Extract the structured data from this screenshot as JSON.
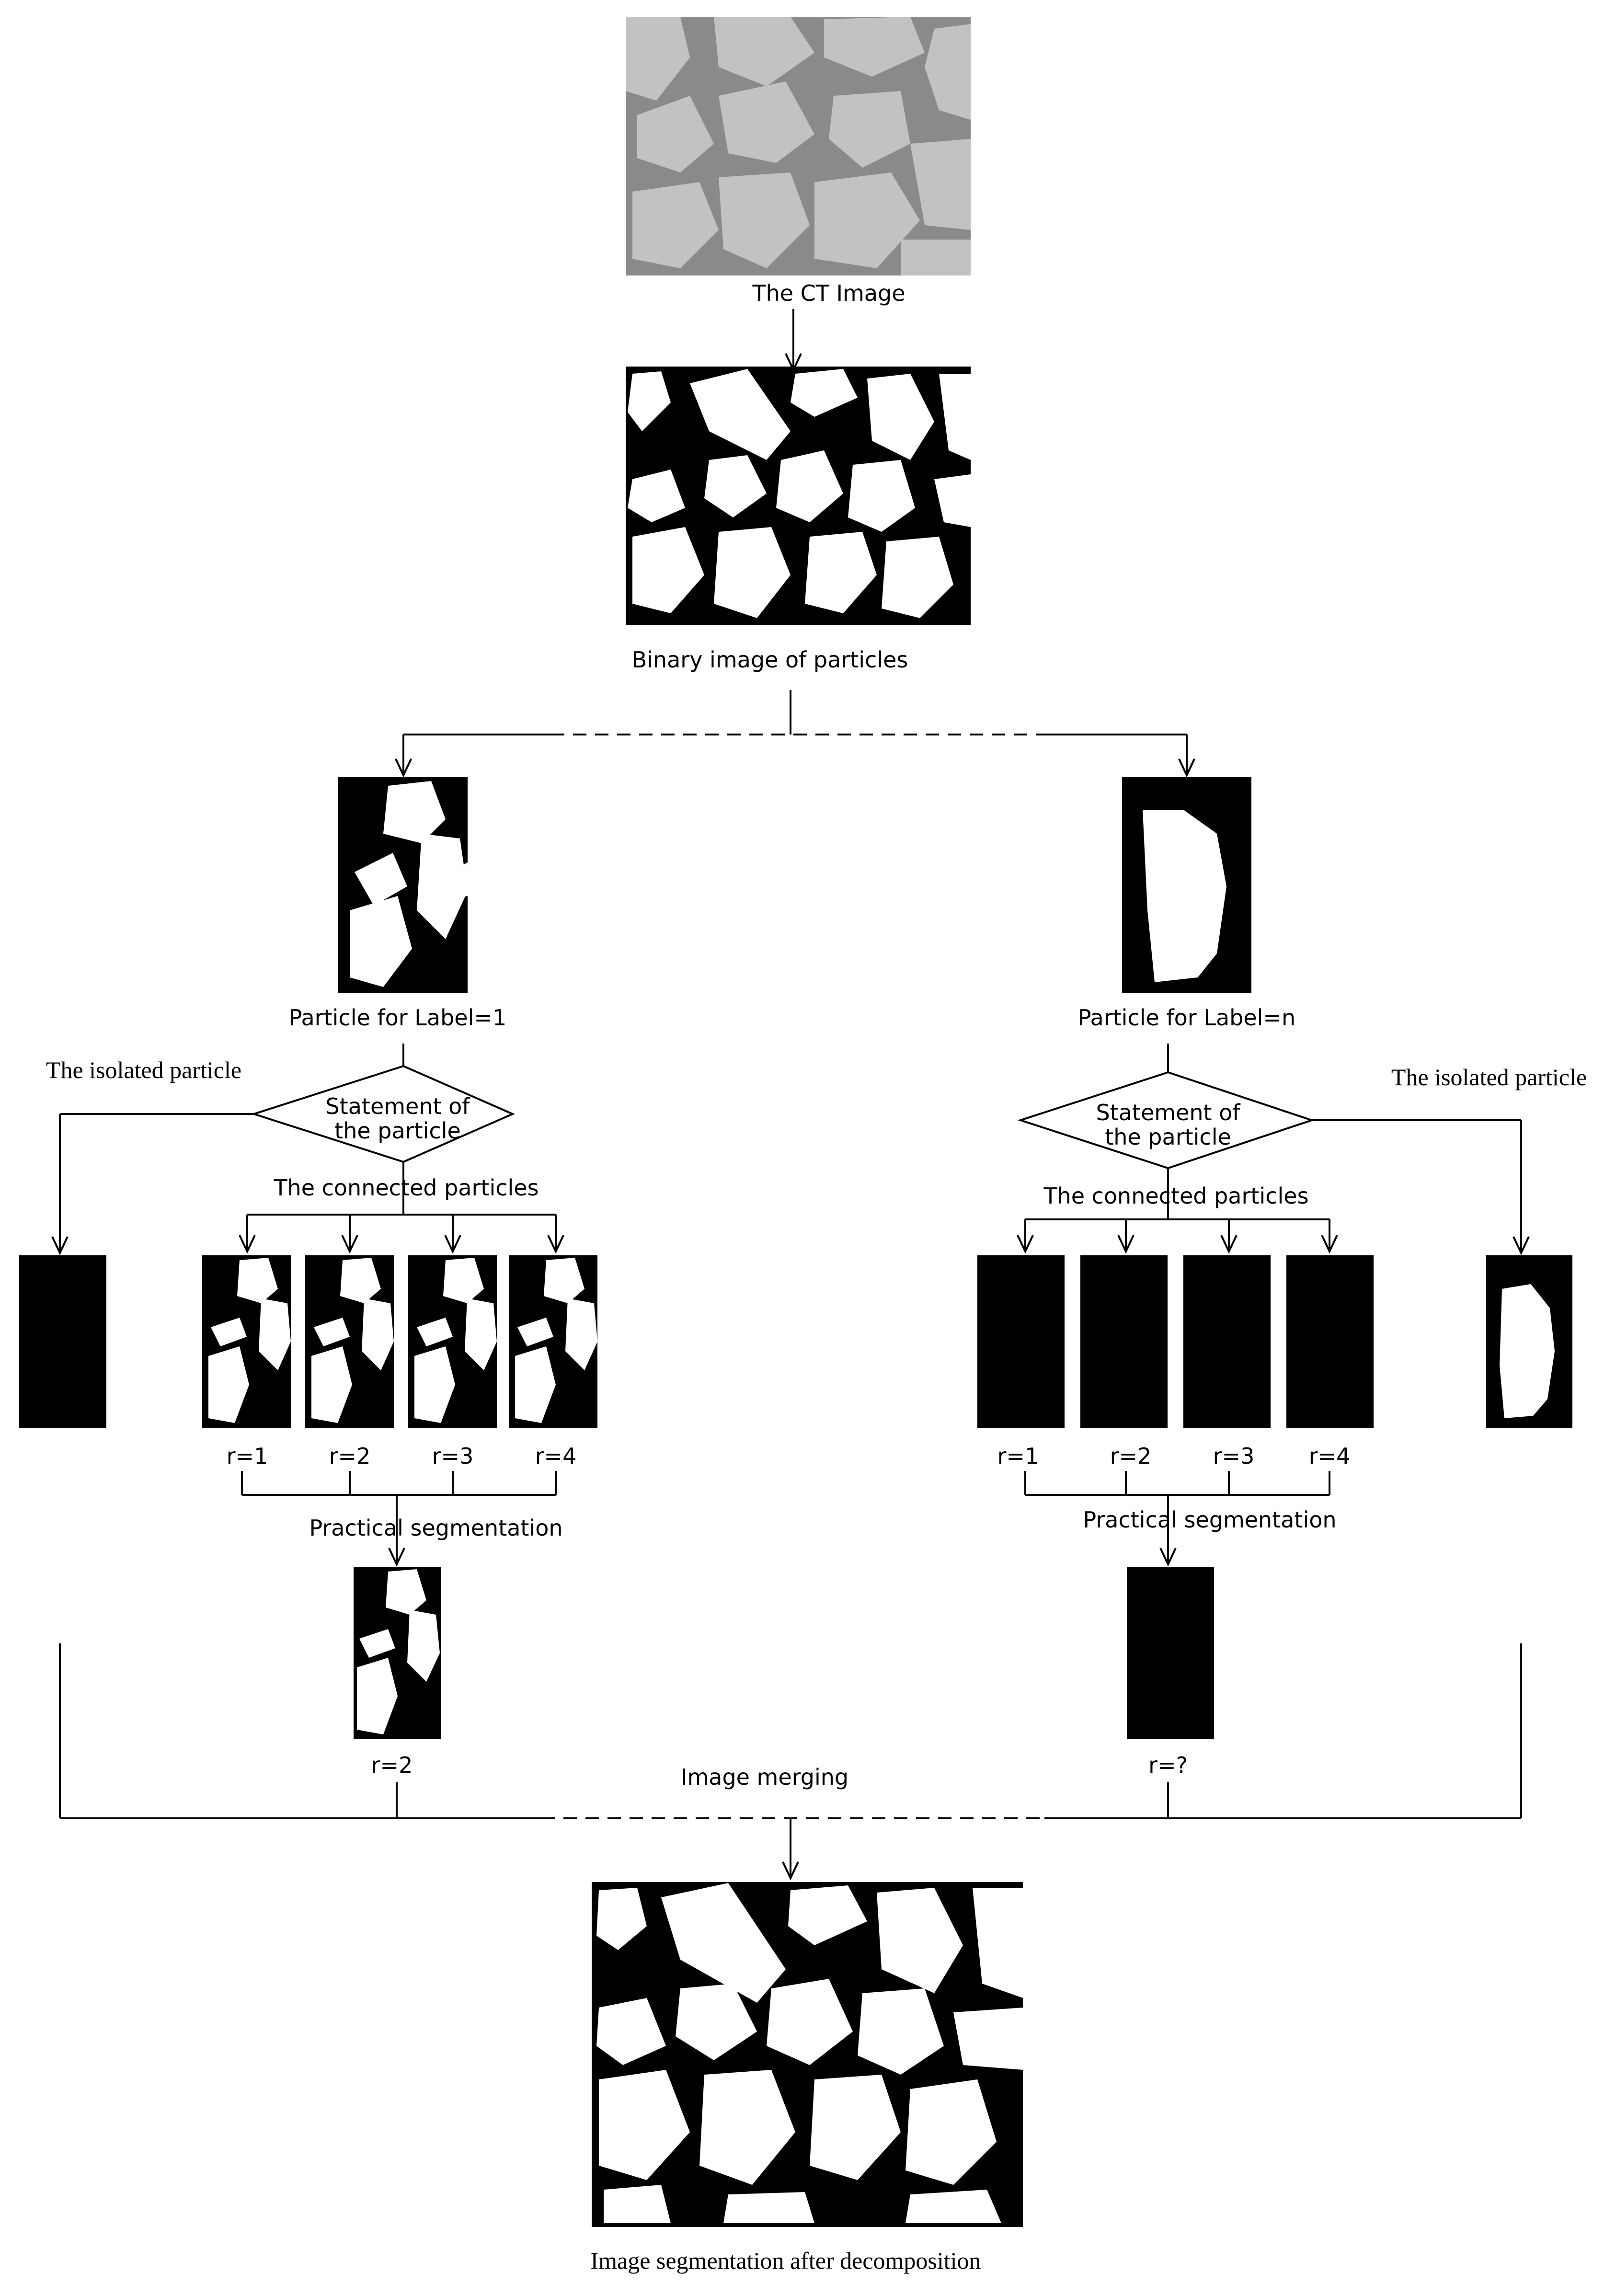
{
  "labels": {
    "ct_image": "The CT Image",
    "binary_image": "Binary image of particles",
    "particle_label_1": "Particle for Label=1",
    "particle_label_n": "Particle for Label=n",
    "isolated_left": "The isolated particle",
    "isolated_right": "The isolated particle",
    "decision_line1": "Statement of",
    "decision_line2": "the particle",
    "connected_left": "The connected particles",
    "connected_right": "The connected particles",
    "practical_left": "Practical segmentation",
    "practical_right": "Practical segmentation",
    "r_values": [
      "r=1",
      "r=2",
      "r=3",
      "r=4"
    ],
    "result_left": "r=2",
    "result_right": "r=?",
    "image_merging": "Image merging",
    "final_caption": "Image segmentation after decomposition"
  },
  "colors": {
    "ct_background": "#8a8a8a",
    "ct_particle": "#c2c2c2",
    "binary_background": "#000000",
    "binary_particle": "#ffffff",
    "line": "#000000"
  }
}
